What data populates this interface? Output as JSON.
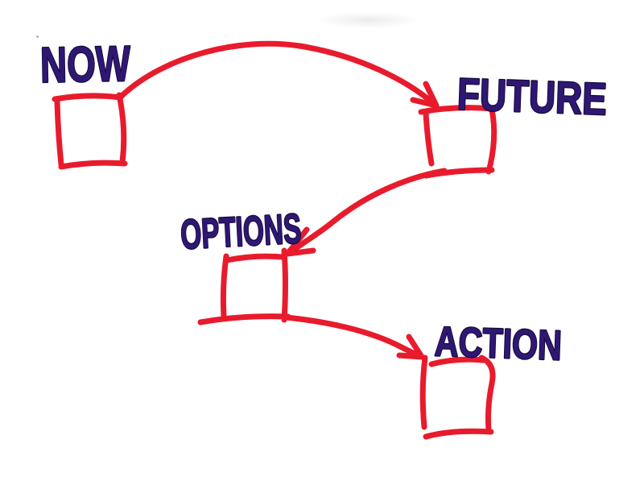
{
  "colors": {
    "paper": "#ffffff",
    "ink-red": "#e81b2d",
    "ink-purple": "#2f1774",
    "ink-purple-edge": "#150a38"
  },
  "nodes": [
    {
      "id": "now",
      "label": "NOW"
    },
    {
      "id": "future",
      "label": "FUTURE"
    },
    {
      "id": "options",
      "label": "OPTIONS"
    },
    {
      "id": "action",
      "label": "ACTION"
    }
  ],
  "arrows": [
    {
      "from": "NOW",
      "to": "FUTURE"
    },
    {
      "from": "FUTURE",
      "to": "OPTIONS"
    },
    {
      "from": "OPTIONS",
      "to": "ACTION"
    }
  ]
}
